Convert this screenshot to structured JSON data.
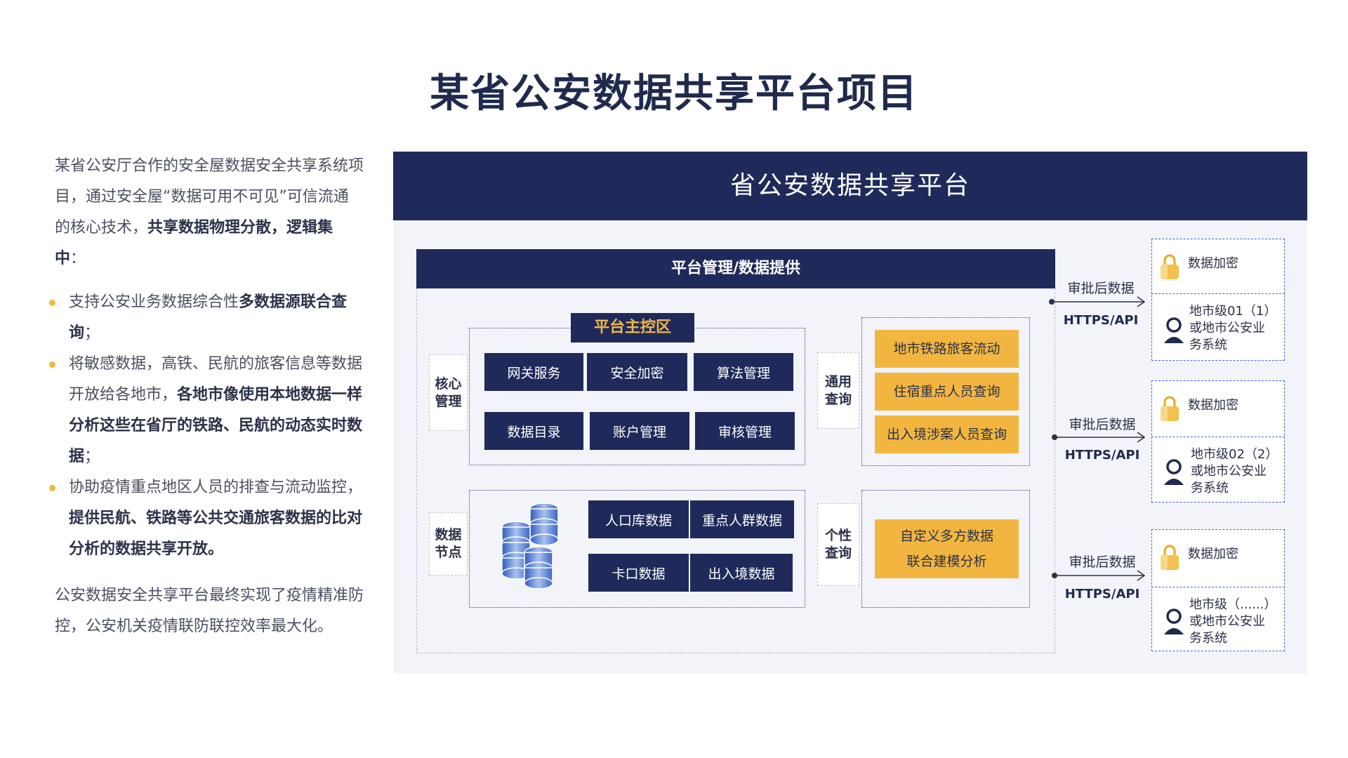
{
  "title": "某省公安数据共享平台项目",
  "left": {
    "intro_plain": "某省公安厅合作的安全屋数据安全共享系统项目，通过安全屋“数据可用不可见”可信流通的核心技术，",
    "intro_bold": "共享数据物理分散，逻辑集中",
    "intro_end": "：",
    "bullets": [
      {
        "plain": "支持公安业务数据综合性",
        "bold": "多数据源联合查询",
        "end": "；"
      },
      {
        "plain": "将敏感数据，高铁、民航的旅客信息等数据开放给各地市，",
        "bold": "各地市像使用本地数据一样分析这些在省厅的铁路、民航的动态实时数据",
        "end": "；"
      },
      {
        "plain": "协助疫情重点地区人员的排查与流动监控，",
        "bold": "提供民航、铁路等公共交通旅客数据的比对分析的数据共享开放。",
        "end": ""
      }
    ],
    "closing": "公安数据安全共享平台最终实现了疫情精准防控，公安机关疫情联防联控效率最大化。"
  },
  "platform": {
    "header": "省公安数据共享平台",
    "mgmt_bar": "平台管理/数据提供",
    "control_tag": "平台主控区",
    "core_label": "核心\n管理",
    "data_label": "数据\n节点",
    "general_label": "通用\n查询",
    "custom_label": "个性\n查询",
    "core_services": [
      "网关服务",
      "安全加密",
      "算法管理",
      "数据目录",
      "账户管理",
      "审核管理"
    ],
    "data_items": [
      "人口库数据",
      "重点人群数据",
      "卡口数据",
      "出入境数据"
    ],
    "general_queries": [
      "地市铁路旅客流动",
      "住宿重点人员查询",
      "出入境涉案人员查询"
    ],
    "custom_query": "自定义多方数据\n联合建模分析"
  },
  "flows": [
    {
      "label": "审批后数据",
      "api": "HTTPS/API",
      "encrypt": "数据加密",
      "system": "地市级01（1）\n或地市公安业\n务系统"
    },
    {
      "label": "审批后数据",
      "api": "HTTPS/API",
      "encrypt": "数据加密",
      "system": "地市级02（2）\n或地市公安业\n务系统"
    },
    {
      "label": "审批后数据",
      "api": "HTTPS/API",
      "encrypt": "数据加密",
      "system": "地市级（......）\n或地市公安业\n务系统"
    }
  ],
  "colors": {
    "navy": "#1f2a5a",
    "accent": "#f2b640",
    "panel": "#f2f4f9",
    "link": "#3f67d8"
  }
}
